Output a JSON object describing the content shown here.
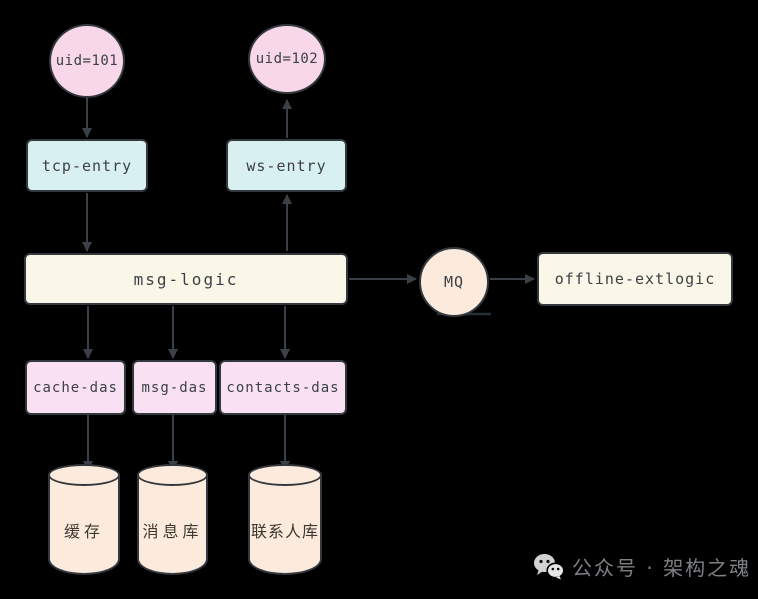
{
  "diagram": {
    "background_color": "#000000",
    "border_color": "#33383e",
    "arrow_color": "#3b4048",
    "nodes": {
      "uid101": {
        "label": "uid=101",
        "shape": "circle",
        "fill": "#f8d7e9"
      },
      "uid102": {
        "label": "uid=102",
        "shape": "circle",
        "fill": "#f8d7e9"
      },
      "tcp_entry": {
        "label": "tcp-entry",
        "shape": "rect",
        "fill": "#d9f0f1"
      },
      "ws_entry": {
        "label": "ws-entry",
        "shape": "rect",
        "fill": "#d9f0f1"
      },
      "msg_logic": {
        "label": "msg-logic",
        "shape": "rect",
        "fill": "#faf7e9"
      },
      "mq": {
        "label": "MQ",
        "shape": "circle",
        "fill": "#fcebdc"
      },
      "offline_extlogic": {
        "label": "offline-extlogic",
        "shape": "rect",
        "fill": "#faf7e9"
      },
      "cache_das": {
        "label": "cache-das",
        "shape": "rect",
        "fill": "#f9e0f2"
      },
      "msg_das": {
        "label": "msg-das",
        "shape": "rect",
        "fill": "#f9e0f2"
      },
      "contacts_das": {
        "label": "contacts-das",
        "shape": "rect",
        "fill": "#f9e0f2"
      },
      "cache_db": {
        "label": "缓存",
        "shape": "cylinder",
        "fill": "#fcebdc"
      },
      "msg_db": {
        "label": "消息库",
        "shape": "cylinder",
        "fill": "#fcebdc"
      },
      "contacts_db": {
        "label": "联系人库",
        "shape": "cylinder",
        "fill": "#fcebdc"
      }
    },
    "edges": [
      {
        "from": "uid101",
        "to": "tcp_entry"
      },
      {
        "from": "tcp_entry",
        "to": "msg_logic"
      },
      {
        "from": "msg_logic",
        "to": "ws_entry"
      },
      {
        "from": "ws_entry",
        "to": "uid102"
      },
      {
        "from": "msg_logic",
        "to": "cache_das"
      },
      {
        "from": "msg_logic",
        "to": "msg_das"
      },
      {
        "from": "msg_logic",
        "to": "contacts_das"
      },
      {
        "from": "cache_das",
        "to": "cache_db"
      },
      {
        "from": "msg_das",
        "to": "msg_db"
      },
      {
        "from": "contacts_das",
        "to": "contacts_db"
      },
      {
        "from": "msg_logic",
        "to": "mq"
      },
      {
        "from": "mq",
        "to": "offline_extlogic"
      }
    ]
  },
  "watermark": {
    "icon": "wechat-icon",
    "text": "公众号 · 架构之魂",
    "color": "#7d8084"
  }
}
